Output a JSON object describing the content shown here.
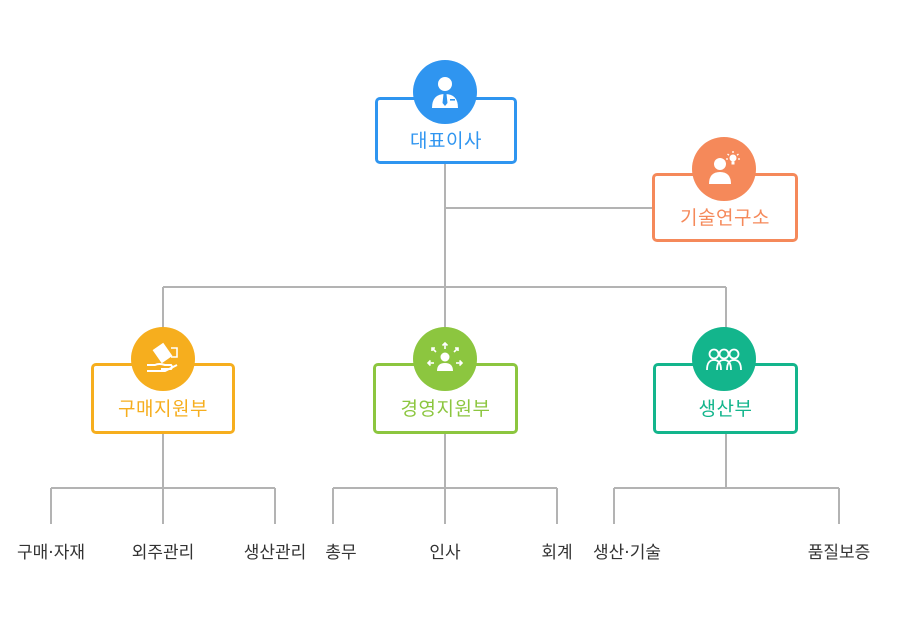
{
  "colors": {
    "ceo": "#2f95f0",
    "lab": "#f5895a",
    "purchase": "#f6ae1e",
    "management": "#8cc63f",
    "production": "#13b58c",
    "line": "#b3b3b3"
  },
  "ceo": {
    "label": "대표이사",
    "icon": "executive-icon"
  },
  "lab": {
    "label": "기술연구소",
    "icon": "researcher-lightbulb-icon"
  },
  "departments": [
    {
      "label": "구매지원부",
      "icon": "hand-document-icon",
      "teams": [
        "구매·자재",
        "외주관리",
        "생산관리"
      ]
    },
    {
      "label": "경영지원부",
      "icon": "person-arrows-icon",
      "teams": [
        "총무",
        "인사",
        "회계"
      ]
    },
    {
      "label": "생산부",
      "icon": "group-icon",
      "teams": [
        "생산·기술",
        "품질보증"
      ]
    }
  ]
}
